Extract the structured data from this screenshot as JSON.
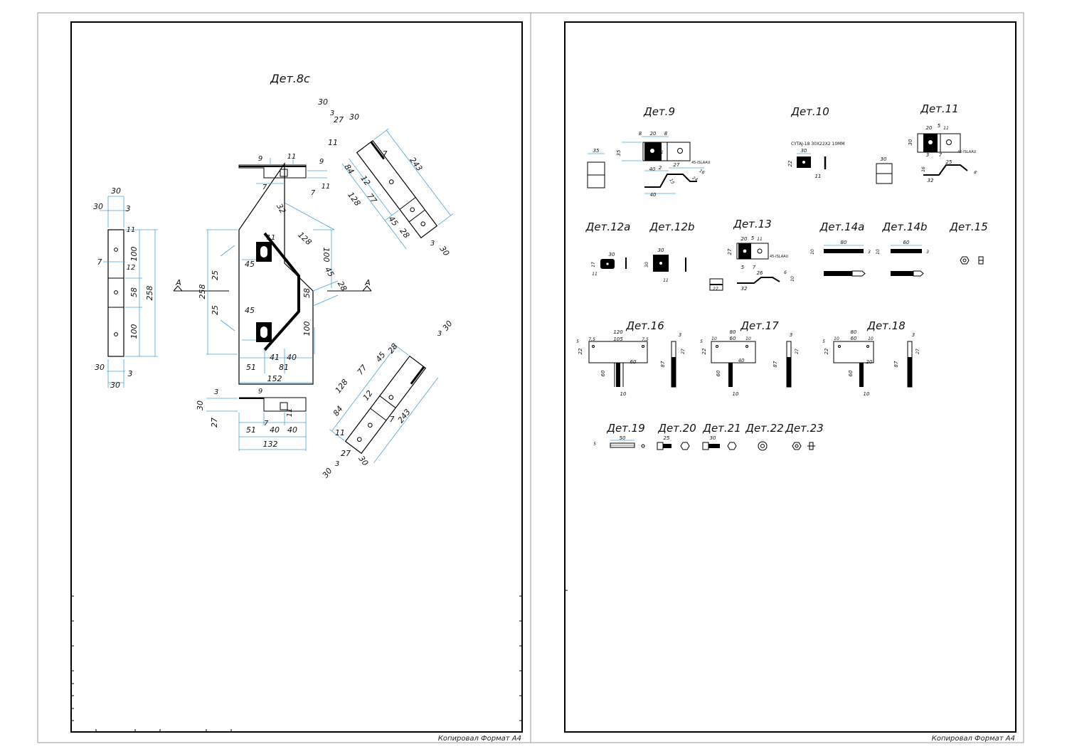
{
  "colors": {
    "outline": "#000000",
    "dimension": "#4aa3df",
    "accent": "#e8a317",
    "ink": "#111111",
    "fill": "#000000"
  },
  "sheets": {
    "left": {
      "stamp": "Копировал Формат А4"
    },
    "right": {
      "stamp": "Копировал Формат А4"
    }
  },
  "section_marker": "А",
  "details": {
    "d8c": "Дет.8c",
    "d9": "Дет.9",
    "d10": "Дет.10",
    "d11": "Дет.11",
    "d12a": "Дет.12a",
    "d12b": "Дет.12b",
    "d13": "Дет.13",
    "d14a": "Дет.14a",
    "d14b": "Дет.14b",
    "d15": "Дет.15",
    "d16": "Дет.16",
    "d17": "Дет.17",
    "d18": "Дет.18",
    "d19": "Дет.19",
    "d20": "Дет.20",
    "d21": "Дет.21",
    "d22": "Дет.22",
    "d23": "Дет.23"
  },
  "notes": {
    "d10_spec": "CYTAJ-18 30X22X2 10MM",
    "accent_tag": "45-ISLAAU"
  },
  "dims": {
    "d8c_side": {
      "top": "30",
      "left": "30",
      "gap": "3",
      "a": "11",
      "b": "7",
      "c": "12",
      "h1": "100",
      "h2": "58",
      "h3": "100",
      "total": "258",
      "bot": "30",
      "bot_gap": "3",
      "bot2": "30"
    },
    "d8c_main": {
      "h": "258",
      "s1": "25",
      "s2": "25",
      "w1": "45",
      "w2": "45",
      "diag": "128",
      "right": "100",
      "r45": "45",
      "r28": "28",
      "r58": "58",
      "r100": "100",
      "b41": "41",
      "b40": "40",
      "b51": "51",
      "b81": "81",
      "total": "152",
      "t32": "32",
      "t11": "11"
    },
    "d8c_top": {
      "n9": "9",
      "n11": "11",
      "n7": "7",
      "n9b": "9",
      "n7b": "7",
      "n11b": "11"
    },
    "d8c_bottom": {
      "n3": "3",
      "n30": "30",
      "n27": "27",
      "n9": "9",
      "n11": "11",
      "n7": "7",
      "n51": "51",
      "n40": "40",
      "n40b": "40",
      "total": "132"
    },
    "d8c_upper_diag": {
      "a30": "30",
      "a3": "3",
      "a27": "27",
      "a30b": "30",
      "a11": "11",
      "a84": "84",
      "a12": "12",
      "a7": "7",
      "a243": "243",
      "a128": "128",
      "a77": "77",
      "a45": "45",
      "a28": "28",
      "a3b": "3",
      "a30c": "30"
    },
    "d8c_lower_diag": {
      "a128": "128",
      "a77": "77",
      "a45": "45",
      "a28": "28",
      "a30": "30",
      "a3": "3",
      "a84": "84",
      "a12": "12",
      "a7": "7",
      "a243": "243",
      "a11": "11",
      "a27": "27",
      "a3b": "3",
      "a30b": "30",
      "a30c": "30"
    },
    "d9": {
      "a35": "35",
      "b35": "35",
      "n8": "8",
      "n20": "20",
      "n8b": "8",
      "n40": "40",
      "n2": "2",
      "n27": "27",
      "n11": "11",
      "n15": "15",
      "n24": "24",
      "n16": "16",
      "n40b": "40"
    },
    "d10": {
      "w30": "30",
      "h22": "22",
      "n11": "11"
    },
    "d11": {
      "n20": "20",
      "n5": "5",
      "n11": "11",
      "h30": "30",
      "w30": "30",
      "n3": "3",
      "n7": "7",
      "n25": "25",
      "n16": "16",
      "n32": "32",
      "n8": "8"
    },
    "d12a": {
      "w30": "30",
      "h17": "17",
      "n11": "11"
    },
    "d12b": {
      "w30": "30",
      "h30": "30",
      "n11": "11"
    },
    "d13": {
      "n20": "20",
      "n5": "5",
      "n11": "11",
      "h27": "27",
      "n5b": "5",
      "n7": "7",
      "n26": "26",
      "n6": "6",
      "n32": "32",
      "n10": "10",
      "n27b": "27"
    },
    "d14a": {
      "w80": "80",
      "h10": "10",
      "n3": "3"
    },
    "d14b": {
      "w60": "60",
      "h10": "10",
      "n3": "3"
    },
    "d16": {
      "w120": "120",
      "w105": "105",
      "m75a": "7,5",
      "m75b": "7,5",
      "h5": "5",
      "h22": "22",
      "l60": "60",
      "w60": "60",
      "b10": "10",
      "s3": "3",
      "s27": "27",
      "s87": "87"
    },
    "d17": {
      "w80": "80",
      "m10a": "10",
      "w60": "60",
      "m10b": "10",
      "h5": "5",
      "h22": "22",
      "l60": "60",
      "w40": "40",
      "b10": "10",
      "s3": "3",
      "s27": "27",
      "s87": "87"
    },
    "d18": {
      "w80": "80",
      "m10a": "10",
      "w60": "60",
      "m10b": "10",
      "h5": "5",
      "h22": "22",
      "l60": "60",
      "w20": "20",
      "b10": "10",
      "s3": "3",
      "s27": "27",
      "s87": "87"
    },
    "d19": {
      "w50": "50",
      "h5": "5"
    },
    "d20": {
      "w25": "25"
    },
    "d21": {
      "w30": "30"
    }
  }
}
